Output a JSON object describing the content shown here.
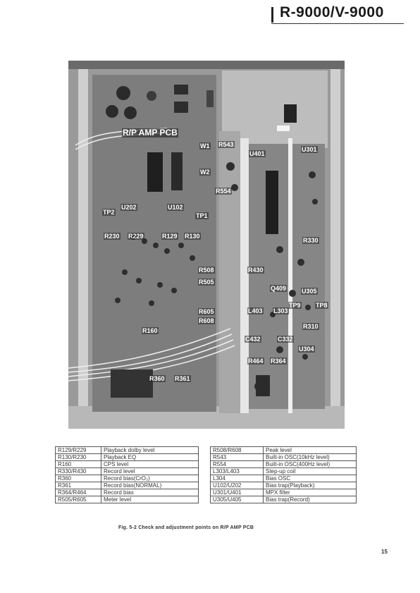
{
  "header": {
    "title": "R-9000/V-9000"
  },
  "photo": {
    "board_title": "R/P AMP PCB",
    "labels": [
      "W1",
      "R543",
      "U401",
      "U301",
      "W2",
      "R554",
      "TP2",
      "U202",
      "U102",
      "TP1",
      "R230",
      "R229",
      "R129",
      "R130",
      "R330",
      "R508",
      "R430",
      "R505",
      "Q409",
      "U305",
      "TP9",
      "TP8",
      "R605",
      "L403",
      "L303",
      "R608",
      "R160",
      "R310",
      "C432",
      "C332",
      "U304",
      "R464",
      "R364",
      "R360",
      "R361"
    ]
  },
  "table_left": [
    [
      "R129/R229",
      "Playback dolby level"
    ],
    [
      "R130/R230",
      "Playback EQ"
    ],
    [
      "R160",
      "CPS level"
    ],
    [
      "R330/R430",
      "Record level"
    ],
    [
      "R360",
      "Record bias(CrO₂)"
    ],
    [
      "R361",
      "Record bias(NORMAL)"
    ],
    [
      "R364/R464",
      "Record bias"
    ],
    [
      "R505/R605",
      "Meter level"
    ]
  ],
  "table_right": [
    [
      "R508/R608",
      "Peak level"
    ],
    [
      "R543",
      "Built-in OSC(10kHz level)"
    ],
    [
      "R554",
      "Built-in OSC(400Hz level)"
    ],
    [
      "L303/L403",
      "Step-up coil"
    ],
    [
      "L304",
      "Bias OSC"
    ],
    [
      "U102/U202",
      "Bias trap(Playback)"
    ],
    [
      "U301/U401",
      "MPX filter"
    ],
    [
      "U305/U405",
      "Bias trap(Record)"
    ]
  ],
  "caption": "Fig. 5-2 Check and adjustment points on R/P AMP PCB",
  "page_number": "15"
}
